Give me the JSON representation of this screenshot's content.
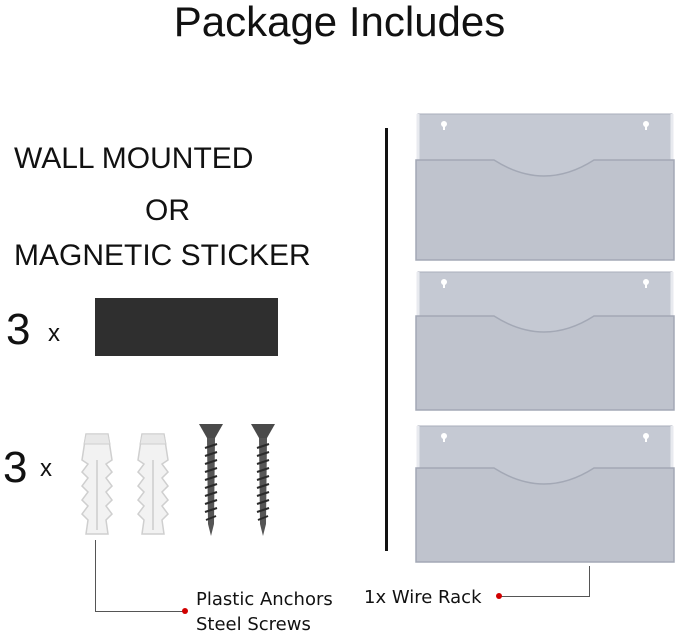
{
  "title": "Package Includes",
  "mount_options": {
    "line1": "WALL MOUNTED",
    "line2": "OR",
    "line3": "MAGNETIC STICKER"
  },
  "sticker_row": {
    "count": "3",
    "multiplier": "x"
  },
  "hardware_row": {
    "count": "3",
    "multiplier": "x"
  },
  "captions": {
    "anchors": "Plastic Anchors",
    "screws": "Steel Screws",
    "rack": "1x Wire Rack"
  },
  "colors": {
    "sticker": "#2f2f2f",
    "rack": "#c5c9d3",
    "anchor": "#f2f2f2",
    "screw": "#4a4a4a",
    "callout_dot": "#d10000"
  },
  "icons": {
    "anchor": "plastic-anchor-icon",
    "screw": "steel-screw-icon",
    "rack": "wire-file-rack-icon"
  }
}
